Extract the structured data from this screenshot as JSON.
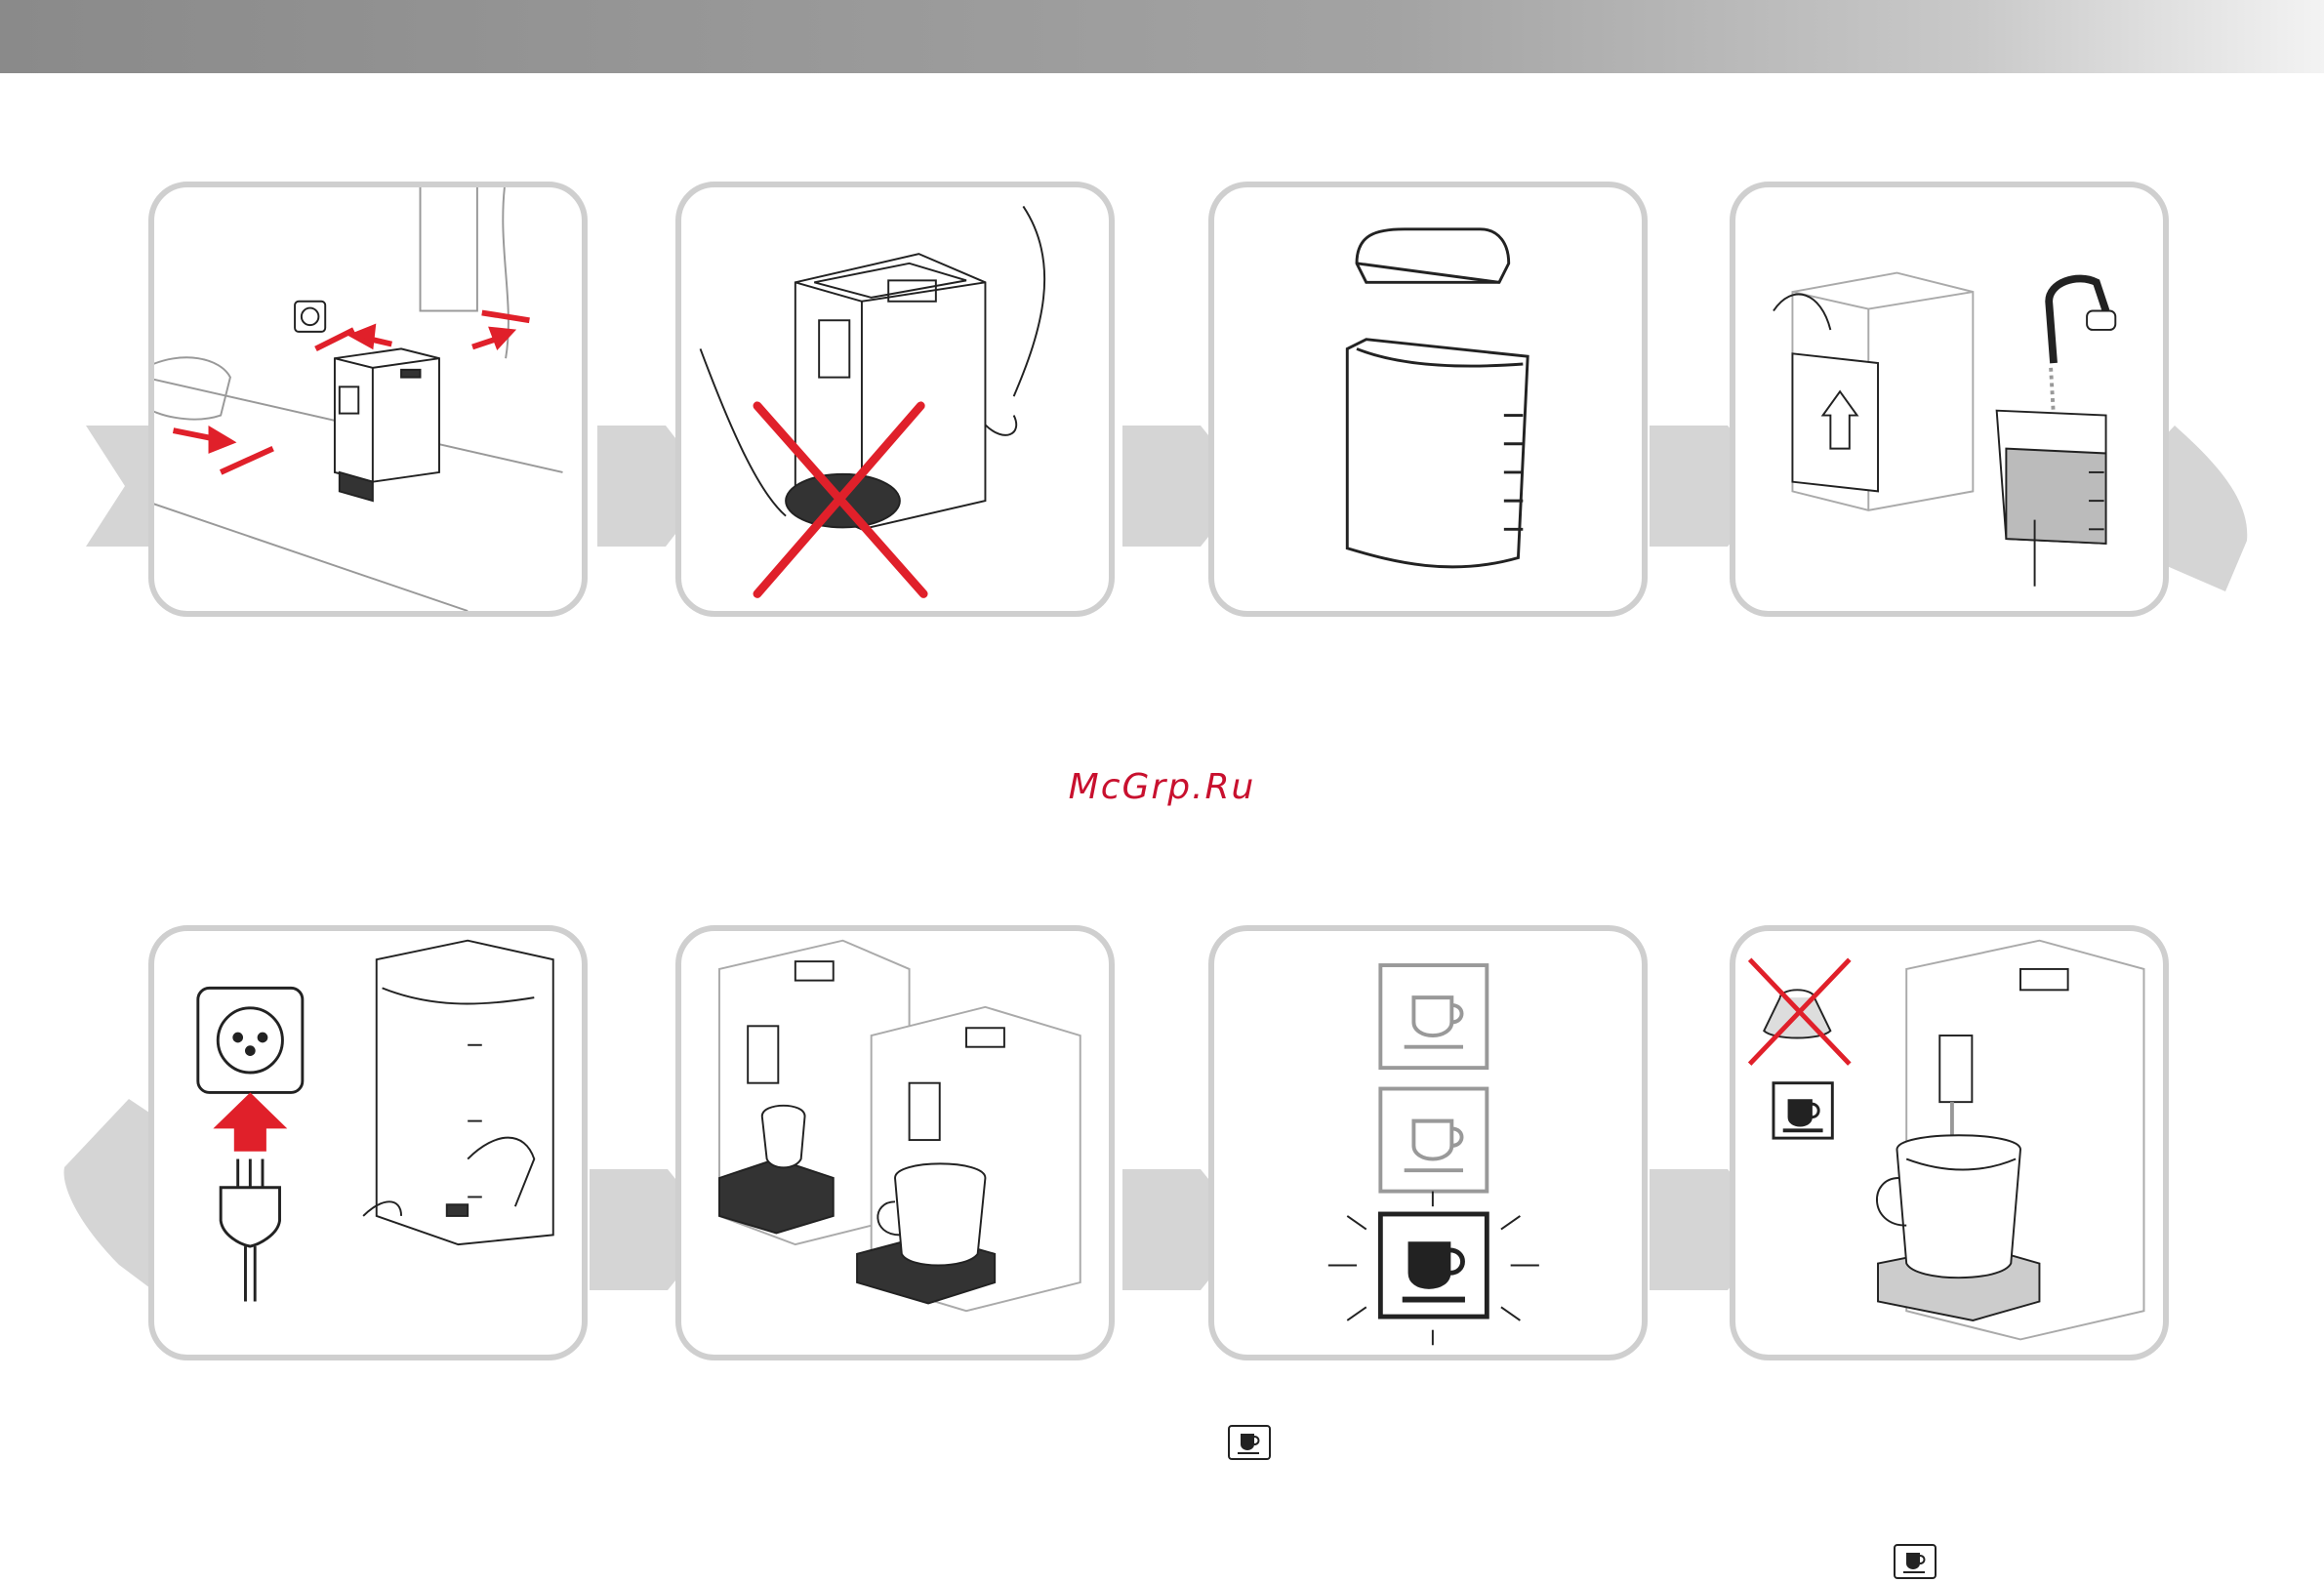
{
  "watermark": {
    "text": "McGrp.Ru"
  },
  "colors": {
    "accent_red": "#e0202a",
    "panel_border": "#cfcfcf",
    "arrow_gray": "#d5d5d5",
    "watermark_red": "#c8102e"
  },
  "steps": [
    {
      "id": 1,
      "illustration": "machine-placement-clearance"
    },
    {
      "id": 2,
      "illustration": "do-not-lift-by-drip-tray"
    },
    {
      "id": 3,
      "illustration": "water-tank-and-lid"
    },
    {
      "id": 4,
      "illustration": "fill-water-tank"
    },
    {
      "id": 5,
      "illustration": "plug-in-and-switch-on"
    },
    {
      "id": 6,
      "illustration": "place-cup-on-drip-tray"
    },
    {
      "id": 7,
      "illustration": "espresso-button-blinking"
    },
    {
      "id": 8,
      "illustration": "rinse-without-capsule"
    }
  ],
  "icons": [
    "espresso-cup-icon",
    "power-socket-icon",
    "power-plug-icon",
    "up-arrow-icon",
    "cross-icon"
  ]
}
